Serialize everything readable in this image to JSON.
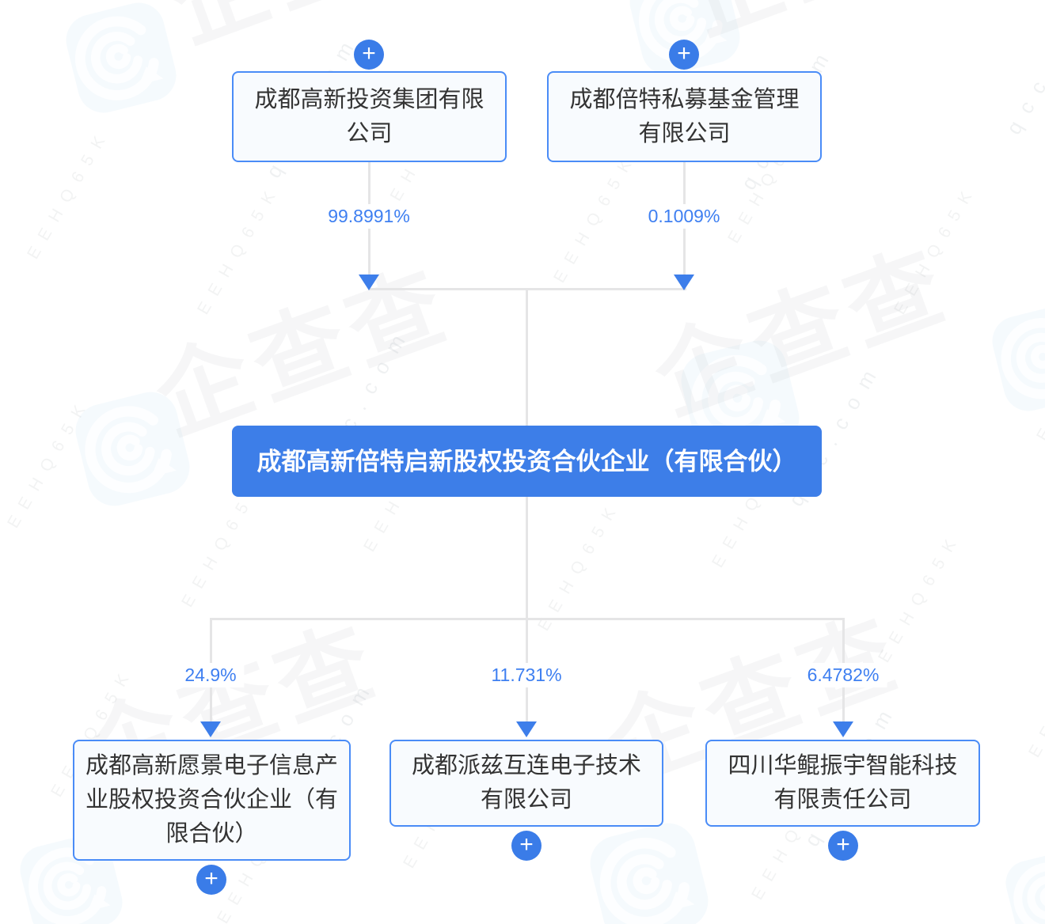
{
  "diagram": {
    "parents": [
      {
        "name": "成都高新投资集团有限公司",
        "percent": "99.8991%"
      },
      {
        "name": "成都倍特私募基金管理有限公司",
        "percent": "0.1009%"
      }
    ],
    "main_company": {
      "name": "成都高新倍特启新股权投资合伙企业（有限合伙）"
    },
    "children": [
      {
        "name": "成都高新愿景电子信息产业股权投资合伙企业（有限合伙）",
        "percent": "24.9%"
      },
      {
        "name": "成都派兹互连电子技术有限公司",
        "percent": "11.731%"
      },
      {
        "name": "四川华鲲振宇智能科技有限责任公司",
        "percent": "6.4782%"
      }
    ]
  },
  "icons": {
    "plus": "+",
    "arrow_down": "css-triangle-down",
    "watermark_logo": "qcc-spiral-logo"
  },
  "watermark": {
    "brand": "企查查",
    "domain": "qcc.com",
    "code": "EEHQ65K"
  },
  "colors": {
    "accent_blue": "#3d7ee8",
    "box_border": "#4a8cf7",
    "box_bg": "#f8fbfe",
    "line_gray": "#e5e5e6",
    "percent_text": "#3e7ff1",
    "watermark_blue": "#edf6fc"
  }
}
